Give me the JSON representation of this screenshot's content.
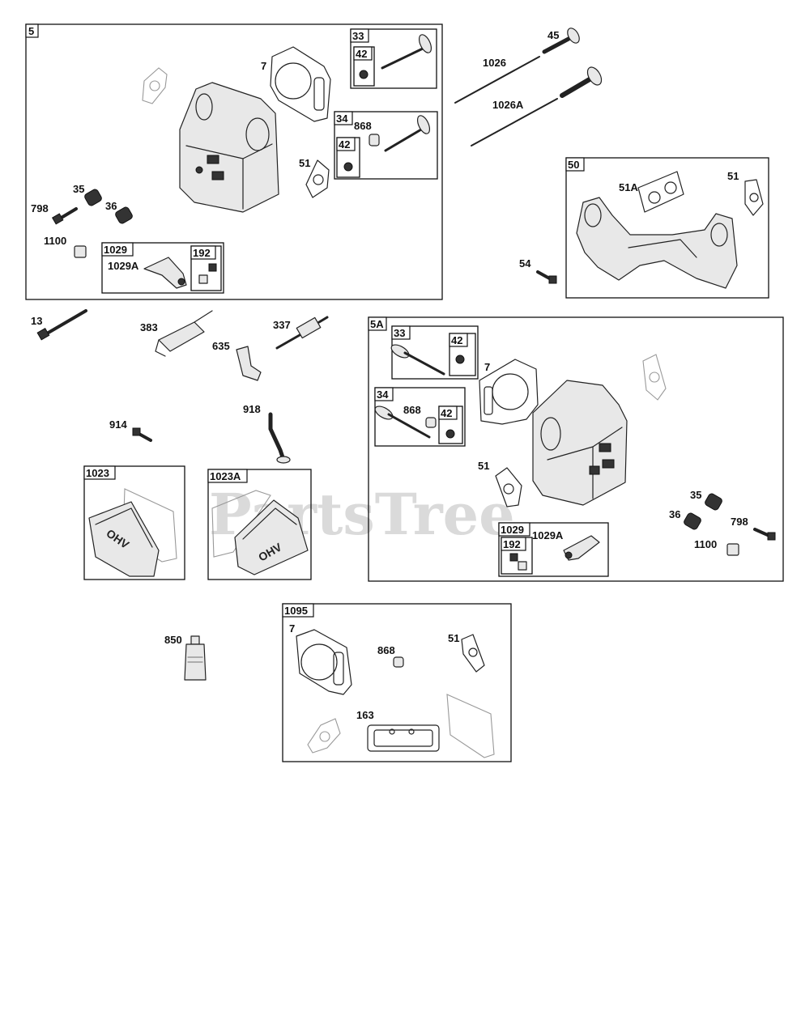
{
  "watermark": "PartsTree",
  "groups": {
    "g5": "5",
    "g5_33": "33",
    "g5_33_42": "42",
    "g5_34": "34",
    "g5_34_42": "42",
    "g5_1029": "1029",
    "g5_192": "192",
    "g50": "50",
    "g5A": "5A",
    "g5A_33": "33",
    "g5A_33_42": "42",
    "g5A_34": "34",
    "g5A_34_42": "42",
    "g5A_1029": "1029",
    "g5A_192": "192",
    "g1023": "1023",
    "g1023A": "1023A",
    "g1095": "1095"
  },
  "labels": {
    "l7a": "7",
    "l868a": "868",
    "l51a": "51",
    "l35a": "35",
    "l36a": "36",
    "l798a": "798",
    "l1100a": "1100",
    "l1029Aa": "1029A",
    "l45": "45",
    "l1026": "1026",
    "l1026A": "1026A",
    "l51Ab": "51A",
    "l51b": "51",
    "l54": "54",
    "l13": "13",
    "l383": "383",
    "l337": "337",
    "l635": "635",
    "l914": "914",
    "l918": "918",
    "l7c": "7",
    "l868c": "868",
    "l51c": "51",
    "l35c": "35",
    "l36c": "36",
    "l798c": "798",
    "l1100c": "1100",
    "l1029Ac": "1029A",
    "l850": "850",
    "l7d": "7",
    "l868d": "868",
    "l51d": "51",
    "l163": "163"
  },
  "cover_text": "OHV"
}
